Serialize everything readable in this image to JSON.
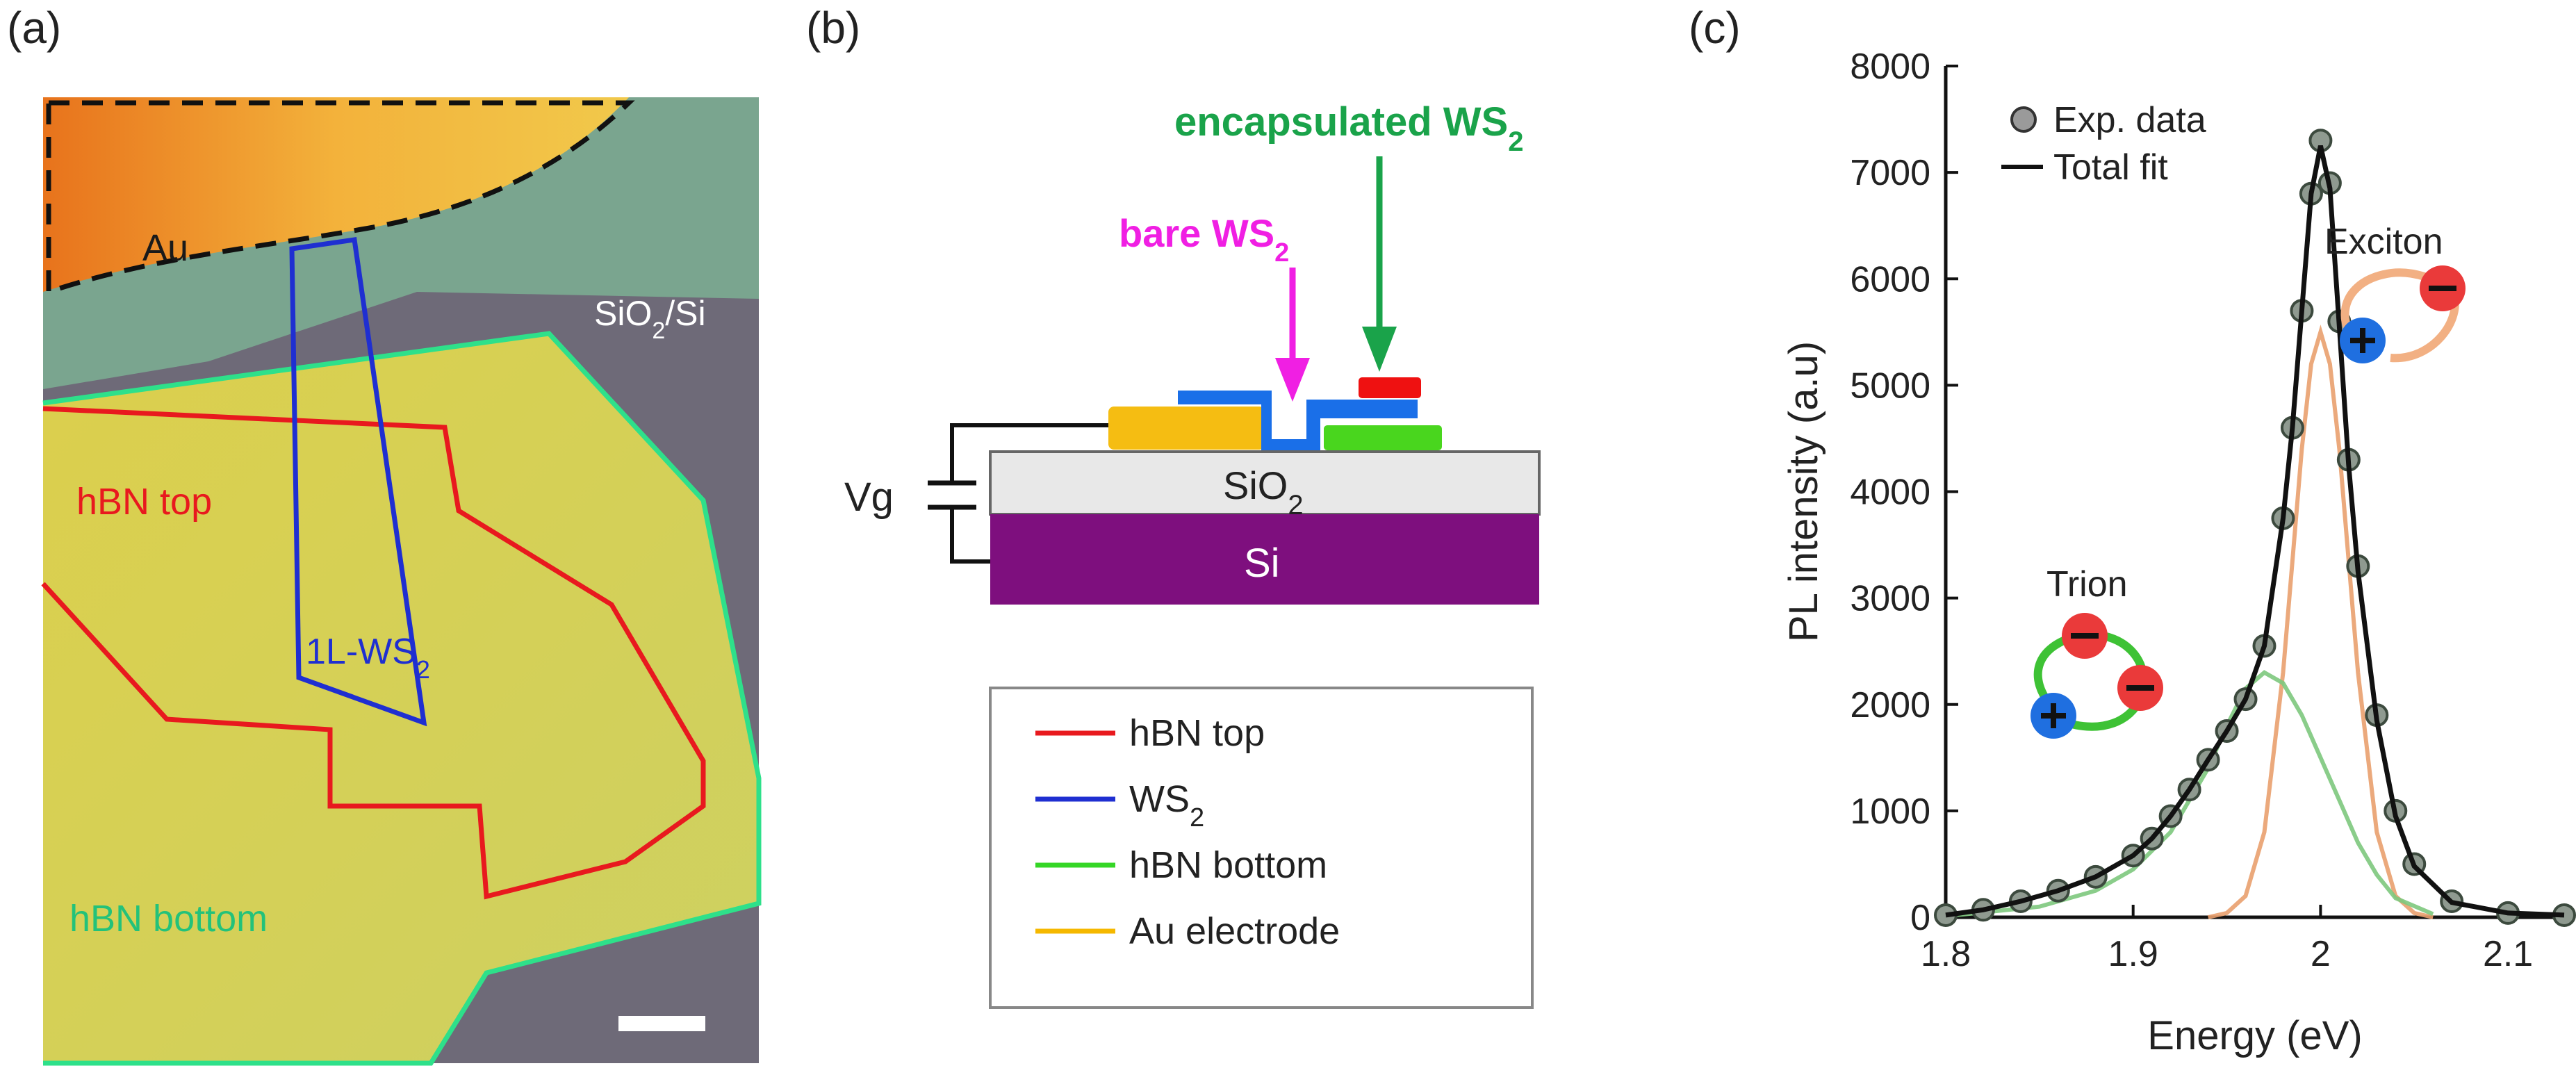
{
  "panels": {
    "a": {
      "label": "(a)",
      "labels": {
        "au": "Au",
        "substrate": "SiO",
        "substrate_sub": "2",
        "substrate_suffix": "/Si",
        "hbn_top": "hBN top",
        "ws2": "1L-WS",
        "ws2_sub": "2",
        "hbn_bottom": "hBN bottom"
      },
      "colors": {
        "hbn_top_outline": "#e8191e",
        "ws2_outline": "#1f2fd1",
        "hbn_bottom_outline": "#2ee08a",
        "au_outline": "#111111"
      }
    },
    "b": {
      "label": "(b)",
      "encapsulated_label": "encapsulated WS",
      "encapsulated_sub": "2",
      "bare_label": "bare WS",
      "bare_sub": "2",
      "oxide_label": "SiO",
      "oxide_sub": "2",
      "si_label": "Si",
      "gate_label": "Vg",
      "legend": [
        {
          "label": "hBN top",
          "sub": "",
          "color": "#e8191e"
        },
        {
          "label": "WS",
          "sub": "2",
          "color": "#1f2fd1"
        },
        {
          "label": "hBN bottom",
          "sub": "",
          "color": "#35d626"
        },
        {
          "label": "Au electrode",
          "sub": "",
          "color": "#f5b800"
        }
      ],
      "colors": {
        "encapsulated_arrow": "#1aa34a",
        "bare_arrow": "#f01fe3",
        "si": "#7e0f7e",
        "oxide": "#e8e8e8",
        "au": "#f5bd12",
        "ws2": "#1a6fe8",
        "hbn_top": "#ef1111",
        "hbn_bottom": "#49d61e"
      }
    },
    "c": {
      "label": "(c)",
      "legend": [
        "Exp. data",
        "Total fit"
      ],
      "annotations": {
        "exciton": "Exciton",
        "trion": "Trion"
      }
    }
  },
  "chart_data": {
    "type": "line",
    "xlabel": "Energy (eV)",
    "ylabel": "PL intensity (a.u)",
    "xlim": [
      1.8,
      2.13
    ],
    "ylim": [
      0,
      8000
    ],
    "xticks": [
      1.8,
      1.9,
      2.0,
      2.1
    ],
    "xtick_labels": [
      "1.8",
      "1.9",
      "2",
      "2.1"
    ],
    "yticks": [
      0,
      1000,
      2000,
      3000,
      4000,
      5000,
      6000,
      7000,
      8000
    ],
    "series": [
      {
        "name": "Exp. data",
        "kind": "markers",
        "x": [
          1.8,
          1.82,
          1.84,
          1.86,
          1.88,
          1.9,
          1.91,
          1.92,
          1.93,
          1.94,
          1.95,
          1.96,
          1.97,
          1.98,
          1.985,
          1.99,
          1.995,
          2.0,
          2.005,
          2.01,
          2.015,
          2.02,
          2.03,
          2.04,
          2.05,
          2.07,
          2.1,
          2.13
        ],
        "y": [
          20,
          70,
          150,
          250,
          380,
          580,
          740,
          950,
          1200,
          1480,
          1750,
          2050,
          2550,
          3750,
          4600,
          5700,
          6800,
          7300,
          6900,
          5600,
          4300,
          3300,
          1900,
          1000,
          500,
          150,
          40,
          20
        ]
      },
      {
        "name": "Total fit",
        "kind": "line",
        "x": [
          1.8,
          1.82,
          1.84,
          1.86,
          1.88,
          1.9,
          1.91,
          1.92,
          1.93,
          1.94,
          1.95,
          1.96,
          1.97,
          1.98,
          1.985,
          1.99,
          1.995,
          2.0,
          2.005,
          2.01,
          2.015,
          2.02,
          2.03,
          2.04,
          2.05,
          2.07,
          2.1,
          2.13
        ],
        "y": [
          20,
          70,
          150,
          250,
          380,
          580,
          740,
          950,
          1200,
          1480,
          1750,
          2050,
          2550,
          3750,
          4600,
          5700,
          6800,
          7250,
          6850,
          5550,
          4250,
          3250,
          1850,
          950,
          480,
          140,
          40,
          20
        ]
      },
      {
        "name": "",
        "kind": "component",
        "color": "#e9a06e",
        "x": [
          1.94,
          1.95,
          1.96,
          1.97,
          1.98,
          1.99,
          1.995,
          2.0,
          2.005,
          2.01,
          2.02,
          2.03,
          2.04,
          2.05,
          2.06
        ],
        "y": [
          0,
          40,
          200,
          800,
          2300,
          4400,
          5200,
          5500,
          5200,
          4400,
          2300,
          800,
          200,
          40,
          0
        ]
      },
      {
        "name": "",
        "kind": "component",
        "color": "#7dc87d",
        "x": [
          1.8,
          1.85,
          1.88,
          1.9,
          1.92,
          1.94,
          1.95,
          1.96,
          1.97,
          1.98,
          1.99,
          2.0,
          2.01,
          2.02,
          2.03,
          2.04,
          2.06
        ],
        "y": [
          10,
          100,
          250,
          450,
          800,
          1400,
          1800,
          2150,
          2300,
          2200,
          1900,
          1500,
          1100,
          700,
          400,
          180,
          30
        ]
      }
    ]
  }
}
